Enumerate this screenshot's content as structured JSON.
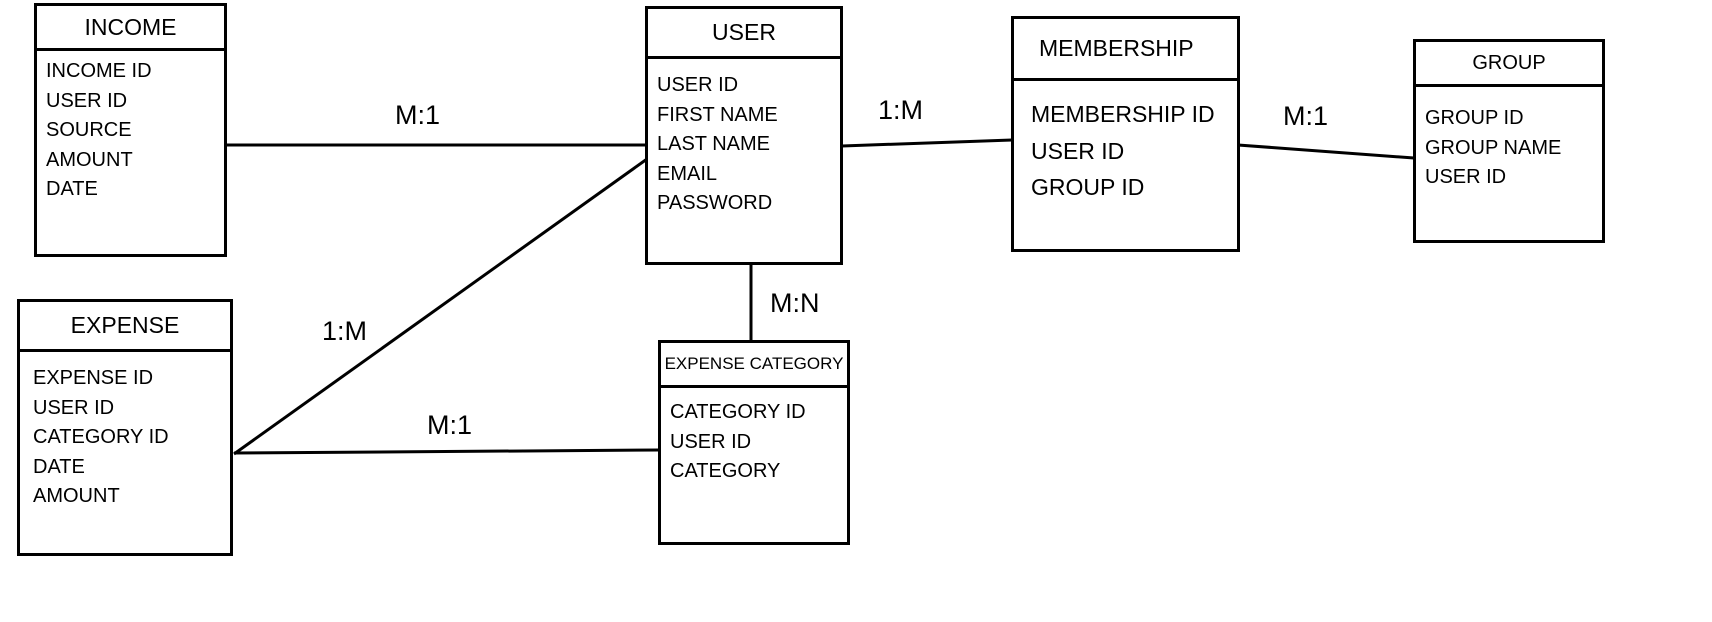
{
  "entities": {
    "income": {
      "title": "INCOME",
      "attributes": [
        "INCOME ID",
        "USER ID",
        "SOURCE",
        "AMOUNT",
        "DATE"
      ]
    },
    "user": {
      "title": "USER",
      "attributes": [
        "USER ID",
        "FIRST NAME",
        "LAST NAME",
        "EMAIL",
        "PASSWORD"
      ]
    },
    "membership": {
      "title": "MEMBERSHIP",
      "attributes": [
        "MEMBERSHIP ID",
        "USER ID",
        "GROUP ID"
      ]
    },
    "group": {
      "title": "GROUP",
      "attributes": [
        "GROUP ID",
        "GROUP NAME",
        "USER ID"
      ]
    },
    "expense": {
      "title": "EXPENSE",
      "attributes": [
        "EXPENSE ID",
        "USER ID",
        "CATEGORY ID",
        "DATE",
        "AMOUNT"
      ]
    },
    "expense_category": {
      "title": "EXPENSE CATEGORY",
      "attributes": [
        "CATEGORY ID",
        "USER ID",
        "CATEGORY"
      ]
    }
  },
  "relationships": {
    "income_user": "M:1",
    "user_membership": "1:M",
    "membership_group": "M:1",
    "user_expense_category": "M:N",
    "expense_user": "1:M",
    "expense_expense_category": "M:1"
  }
}
